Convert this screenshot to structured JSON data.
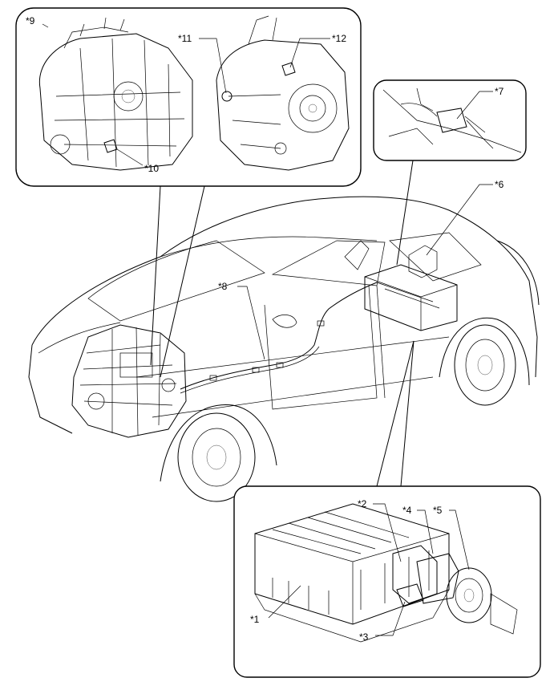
{
  "callouts": {
    "c1": "*1",
    "c2": "*2",
    "c3": "*3",
    "c4": "*4",
    "c5": "*5",
    "c6": "*6",
    "c7": "*7",
    "c8": "*8",
    "c9": "*9",
    "c10": "*10",
    "c11": "*11",
    "c12": "*12"
  }
}
